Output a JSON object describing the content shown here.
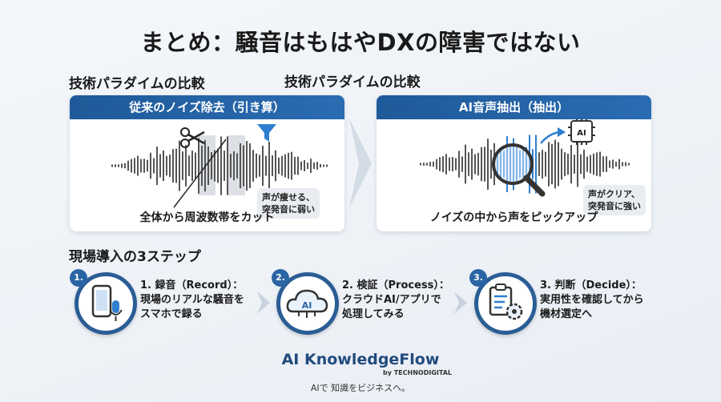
{
  "title": "まとめ：騒音はもはやDXの障害ではない",
  "compare_label_left": "技術パラダイムの比較",
  "compare_label_right": "技術パラダイムの比較",
  "left_panel": {
    "header": "従来のノイズ除去（引き算）",
    "caption": "全体から周波数帯をカット",
    "note_line1": "声が痩せる、",
    "note_line2": "突発音に弱い"
  },
  "right_panel": {
    "header": "AI音声抽出（抽出）",
    "caption": "ノイズの中から声をピックアップ",
    "chip_label": "AI",
    "note_line1": "声がクリア、",
    "note_line2": "突発音に強い"
  },
  "steps_label": "現場導入の3ステップ",
  "steps": [
    {
      "num": "1.",
      "title": "1. 録音（Record）：",
      "line1": "現場のリアルな騒音を",
      "line2": "スマホで録る",
      "icon": "smartphone-mic-icon"
    },
    {
      "num": "2.",
      "title": "2. 検証（Process）：",
      "line1": "クラウドAI/アプリで",
      "line2": "処理してみる",
      "icon": "cloud-ai-icon",
      "icon_text": "AI"
    },
    {
      "num": "3.",
      "title": "3. 判断（Decide）：",
      "line1": "実用性を確認してから",
      "line2": "機材選定へ",
      "icon": "clipboard-gear-icon"
    }
  ],
  "brand": {
    "name": "AI KnowledgeFlow",
    "by": "by TECHNODIGITAL",
    "tagline": "AIで 知識をビジネスへ。"
  },
  "colors": {
    "primary": "#1f5a99",
    "accent_blue": "#2f7fd0",
    "wave_gray": "#555555",
    "note_bg": "#e9ecf0"
  }
}
